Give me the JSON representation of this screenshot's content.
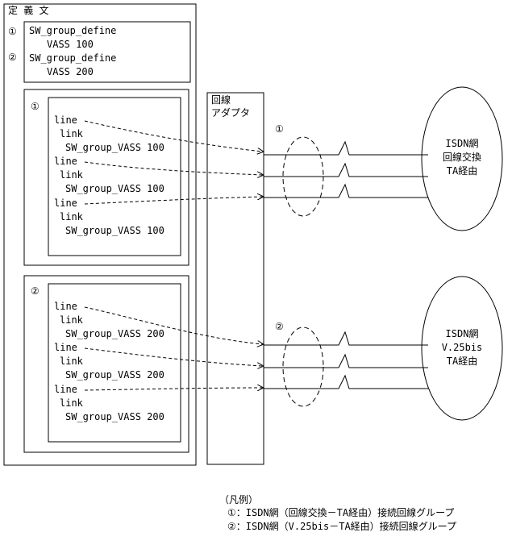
{
  "definition": {
    "title": "定 義 文",
    "group1": {
      "marker": "①",
      "line1": "SW_group_define",
      "line2": "VASS  100"
    },
    "group2": {
      "marker": "②",
      "line1": "SW_group_define",
      "line2": "VASS  200"
    }
  },
  "groups": [
    {
      "marker": "①",
      "lines": [
        {
          "line": "line",
          "link": "link",
          "vass": "SW_group_VASS 100"
        },
        {
          "line": "line",
          "link": "link",
          "vass": "SW_group_VASS 100"
        },
        {
          "line": "line",
          "link": "link",
          "vass": "SW_group_VASS 100"
        }
      ]
    },
    {
      "marker": "②",
      "lines": [
        {
          "line": "line",
          "link": "link",
          "vass": "SW_group_VASS 200"
        },
        {
          "line": "line",
          "link": "link",
          "vass": "SW_group_VASS 200"
        },
        {
          "line": "line",
          "link": "link",
          "vass": "SW_group_VASS 200"
        }
      ]
    }
  ],
  "adapter": {
    "line1": "回線",
    "line2": "アダプタ"
  },
  "bundle_markers": [
    "①",
    "②"
  ],
  "networks": [
    {
      "lines": [
        "ISDN網",
        "回線交換",
        "TA経由"
      ]
    },
    {
      "lines": [
        "ISDN網",
        "V.25bis",
        "TA経由"
      ]
    }
  ],
  "legend": {
    "title": "（凡例）",
    "item1": "①：ISDN網（回線交換－TA経由）接続回線グループ",
    "item2": "②：ISDN網（V.25bis－TA経由）接続回線グループ"
  }
}
